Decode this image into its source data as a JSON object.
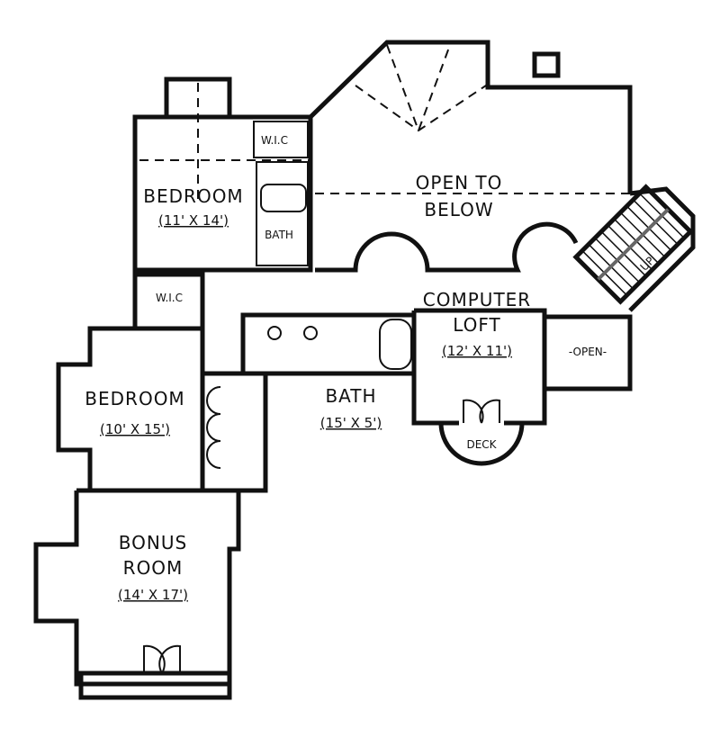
{
  "rooms": {
    "wic_upper": {
      "label": "W.I.C"
    },
    "bedroom_upper": {
      "label": "BEDROOM",
      "size": "(11' X 14')"
    },
    "bath_upper": {
      "label": "BATH"
    },
    "open_to_below": {
      "line1": "OPEN TO",
      "line2": "BELOW"
    },
    "stair": {
      "label": "UP"
    },
    "computer_loft": {
      "line1": "COMPUTER",
      "line2": "LOFT",
      "size": "(12' X 11')"
    },
    "open_balcony": {
      "label": "-OPEN-"
    },
    "wic_lower": {
      "label": "W.I.C"
    },
    "bedroom_lower": {
      "label": "BEDROOM",
      "size": "(10' X 15')"
    },
    "bath_lower": {
      "label": "BATH",
      "size": "(15' X 5')"
    },
    "deck": {
      "label": "DECK"
    },
    "bonus_room": {
      "line1": "BONUS",
      "line2": "ROOM",
      "size": "(14' X 17')"
    }
  }
}
